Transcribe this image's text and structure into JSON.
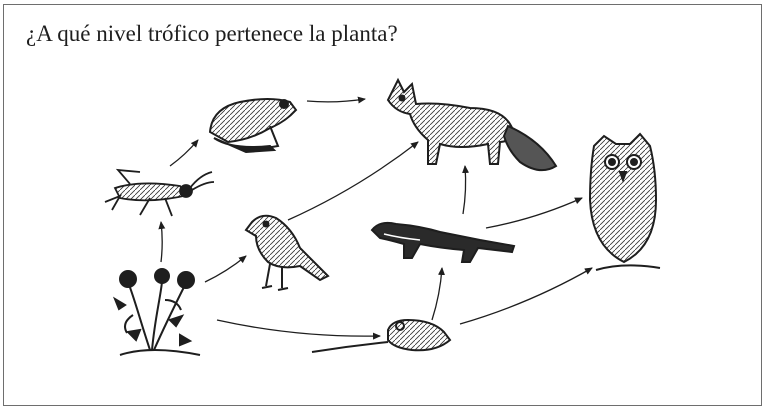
{
  "question": {
    "text": "¿A qué nivel trófico pertenece la planta?"
  },
  "food_web": {
    "organisms": [
      {
        "id": "plant",
        "icon": "plant-icon"
      },
      {
        "id": "grasshopper",
        "icon": "grasshopper-icon"
      },
      {
        "id": "frog",
        "icon": "frog-icon"
      },
      {
        "id": "fox",
        "icon": "fox-icon"
      },
      {
        "id": "bird",
        "icon": "bird-icon"
      },
      {
        "id": "weasel",
        "icon": "weasel-icon"
      },
      {
        "id": "mouse",
        "icon": "mouse-icon"
      },
      {
        "id": "owl",
        "icon": "owl-icon"
      }
    ],
    "arrows": [
      {
        "from": "plant",
        "to": "grasshopper"
      },
      {
        "from": "grasshopper",
        "to": "frog"
      },
      {
        "from": "frog",
        "to": "fox"
      },
      {
        "from": "plant",
        "to": "bird"
      },
      {
        "from": "bird",
        "to": "fox"
      },
      {
        "from": "plant",
        "to": "mouse"
      },
      {
        "from": "mouse",
        "to": "weasel"
      },
      {
        "from": "weasel",
        "to": "fox"
      },
      {
        "from": "weasel",
        "to": "owl"
      },
      {
        "from": "mouse",
        "to": "owl"
      }
    ],
    "line_color": "#1e1e1e"
  }
}
